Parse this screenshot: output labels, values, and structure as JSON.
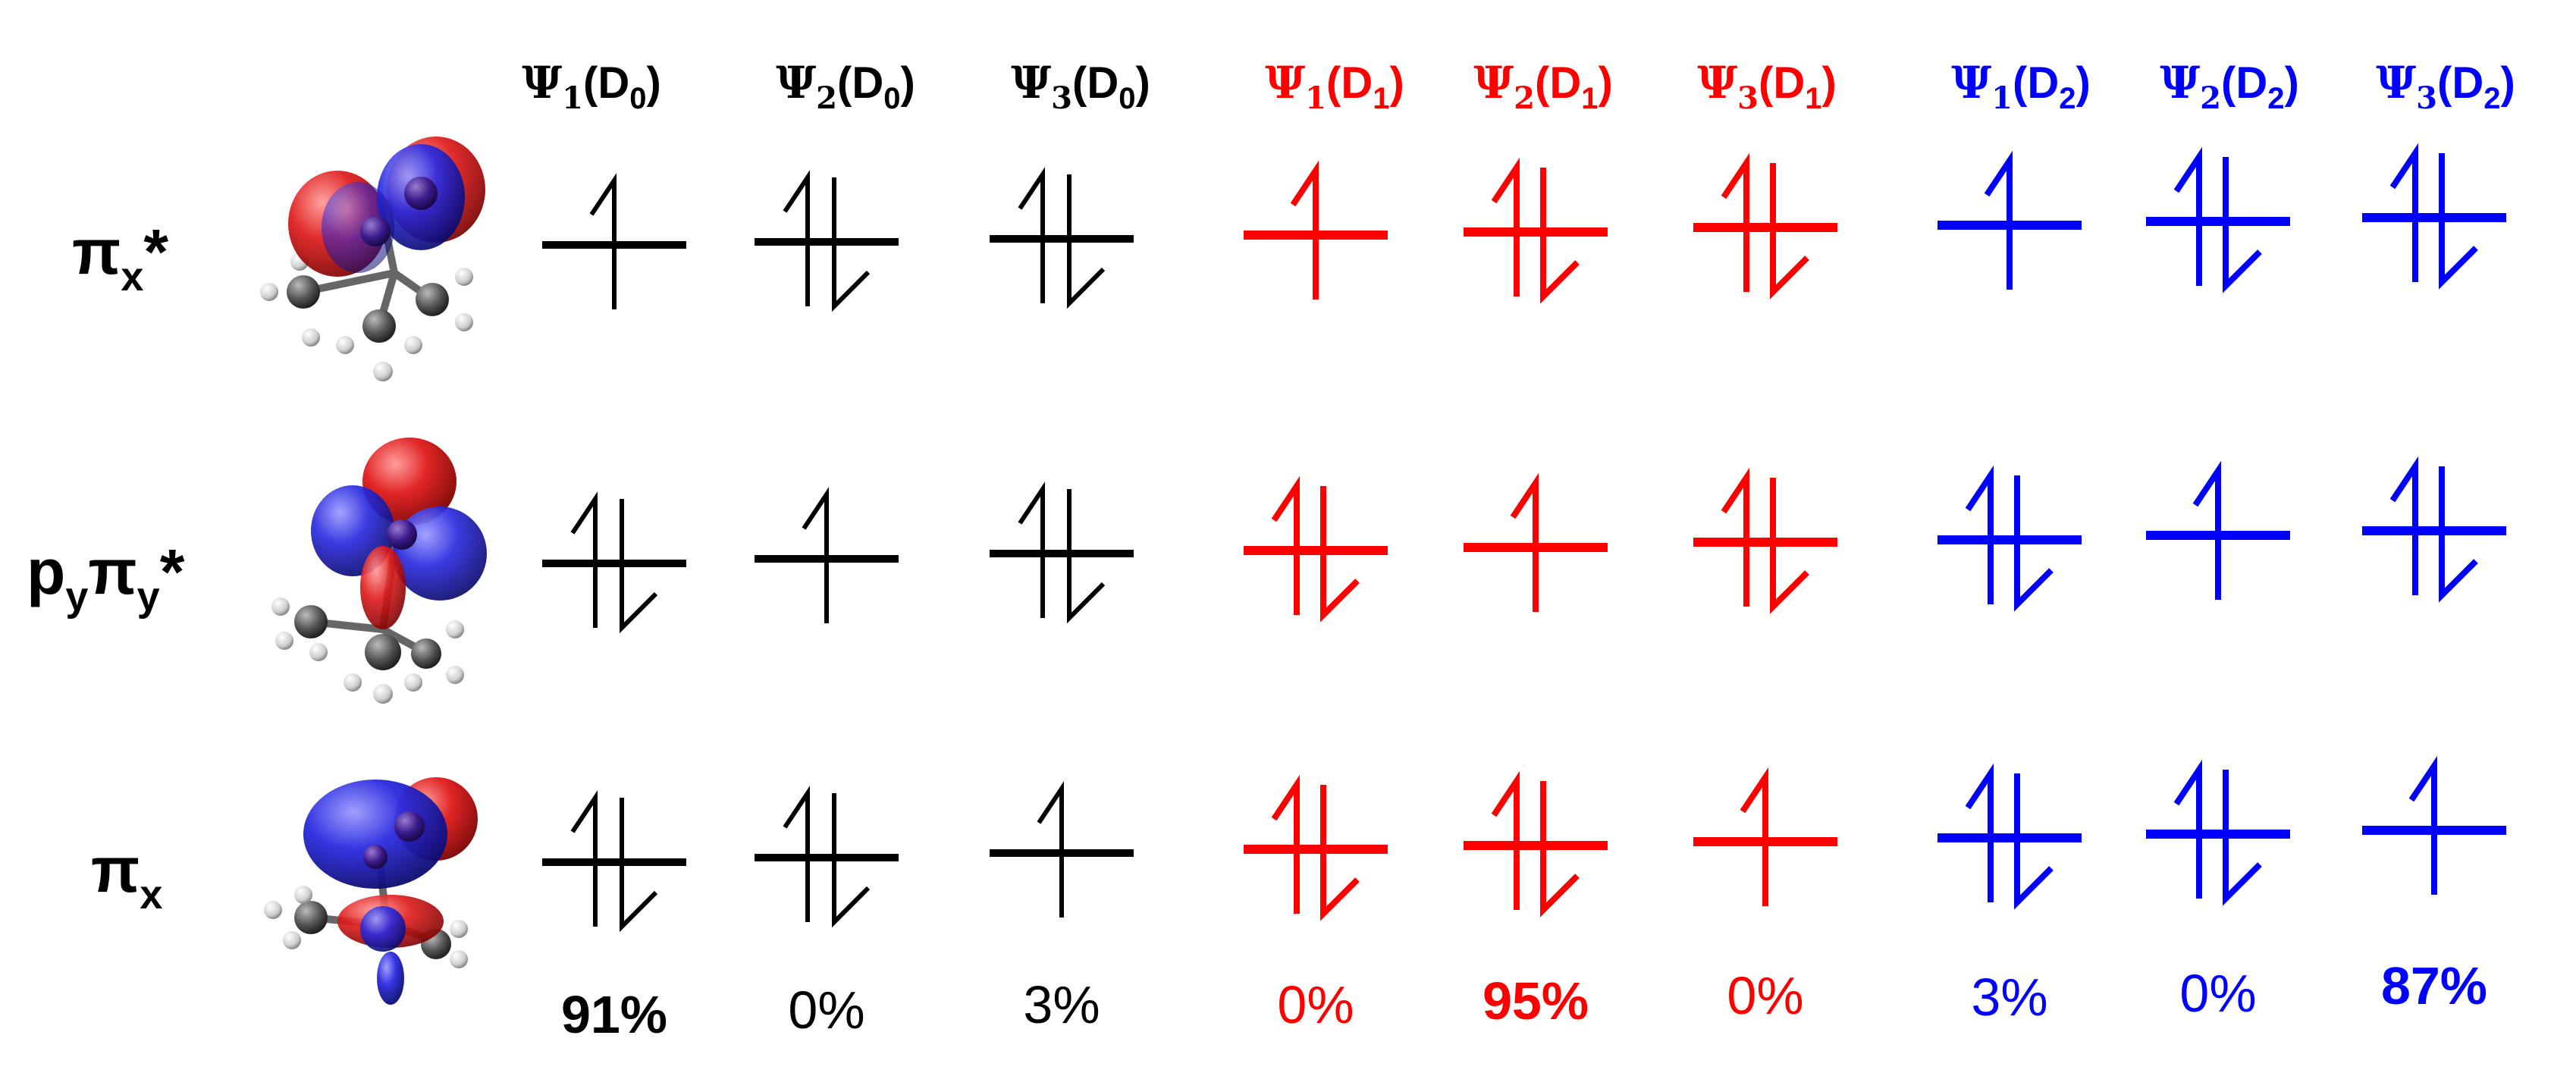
{
  "colors": {
    "D0": "#000000",
    "D1": "#ff0000",
    "D2": "#0000ff"
  },
  "columns": [
    {
      "state": "D0",
      "psi": "1",
      "state_letter": "D",
      "state_sub": "0",
      "x": 0,
      "percent": "91%",
      "percent_bold": true
    },
    {
      "state": "D0",
      "psi": "2",
      "state_letter": "D",
      "state_sub": "0",
      "percent": "0%",
      "percent_bold": false
    },
    {
      "state": "D0",
      "psi": "3",
      "state_letter": "D",
      "state_sub": "0",
      "percent": "3%",
      "percent_bold": false
    },
    {
      "state": "D1",
      "psi": "1",
      "state_letter": "D",
      "state_sub": "1",
      "percent": "0%",
      "percent_bold": false
    },
    {
      "state": "D1",
      "psi": "2",
      "state_letter": "D",
      "state_sub": "1",
      "percent": "95%",
      "percent_bold": true
    },
    {
      "state": "D1",
      "psi": "3",
      "state_letter": "D",
      "state_sub": "1",
      "percent": "0%",
      "percent_bold": false
    },
    {
      "state": "D2",
      "psi": "1",
      "state_letter": "D",
      "state_sub": "2",
      "percent": "3%",
      "percent_bold": false
    },
    {
      "state": "D2",
      "psi": "2",
      "state_letter": "D",
      "state_sub": "2",
      "percent": "0%",
      "percent_bold": false
    },
    {
      "state": "D2",
      "psi": "3",
      "state_letter": "D",
      "state_sub": "2",
      "percent": "87%",
      "percent_bold": true
    }
  ],
  "rows": [
    {
      "label_main": "π",
      "label_sub": "x",
      "label_suffix": "*",
      "occupancy": [
        1,
        2,
        2,
        1,
        2,
        2,
        1,
        2,
        2
      ]
    },
    {
      "label_main": "p",
      "label_sub": "y",
      "label_main2": "π",
      "label_sub2": "y",
      "label_suffix": "*",
      "occupancy": [
        2,
        1,
        2,
        2,
        1,
        2,
        2,
        1,
        2
      ]
    },
    {
      "label_main": "π",
      "label_sub": "x",
      "label_suffix": "",
      "occupancy": [
        2,
        2,
        1,
        2,
        2,
        1,
        2,
        2,
        1
      ]
    }
  ],
  "psi_symbol": "Ψ"
}
